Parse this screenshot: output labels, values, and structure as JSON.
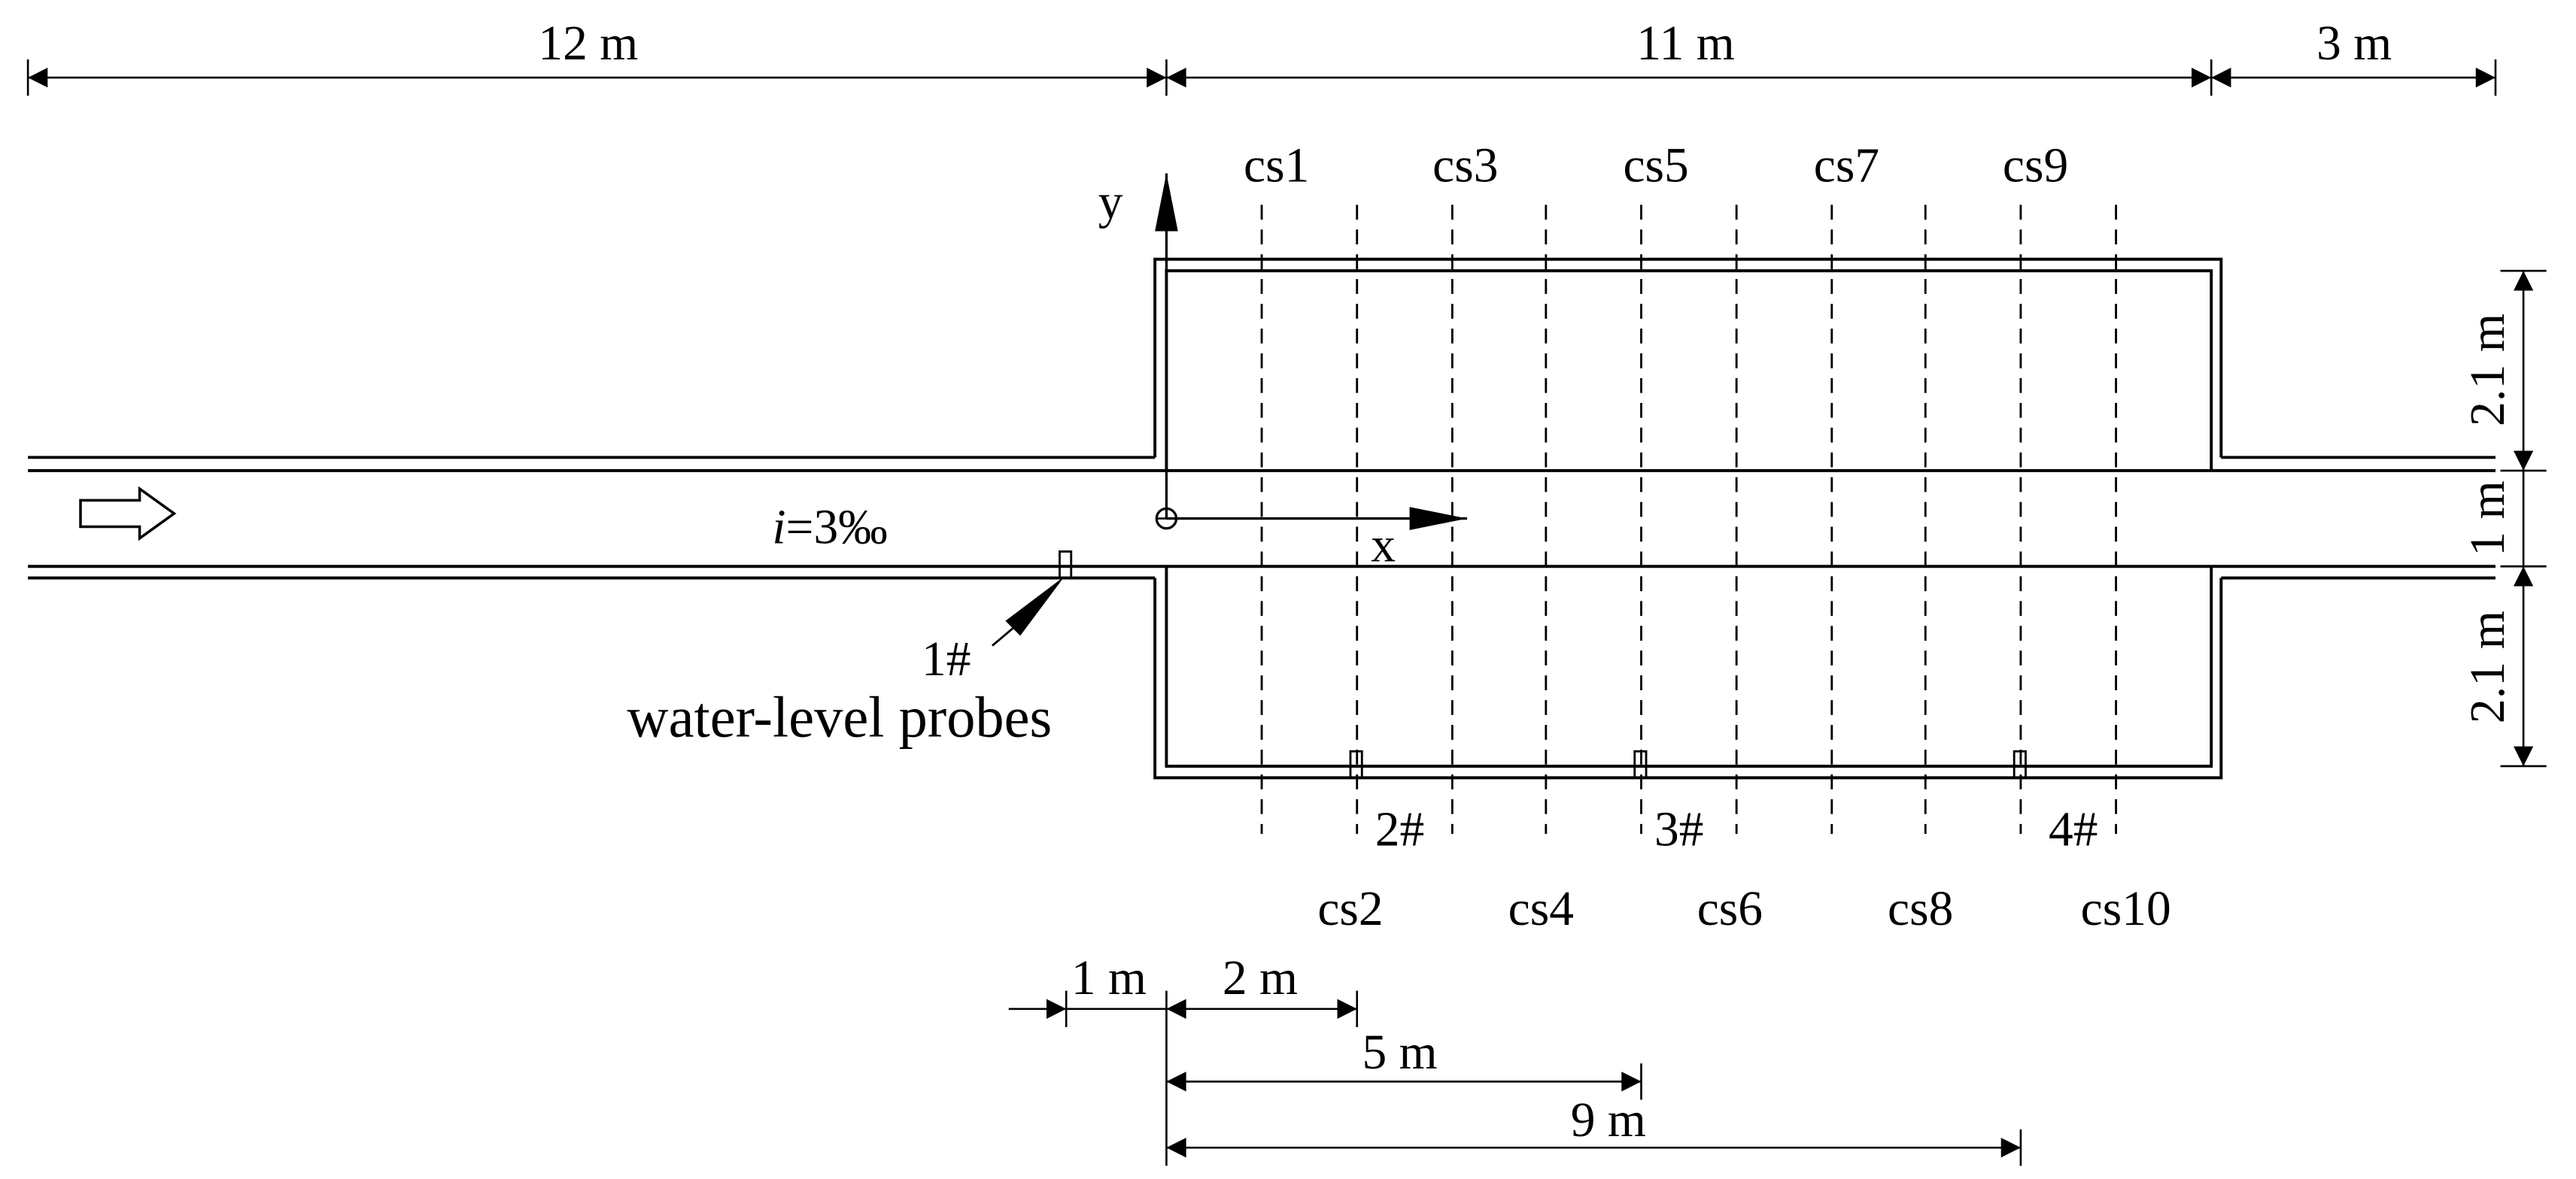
{
  "dimensions": {
    "top": [
      "12 m",
      "11 m",
      "3 m"
    ],
    "right": [
      "2.1 m",
      "1 m",
      "2.1 m"
    ],
    "bottom": [
      "1 m",
      "2 m",
      "5 m",
      "9 m"
    ]
  },
  "axes": {
    "x": "x",
    "y": "y"
  },
  "slope": {
    "symbol": "i",
    "rest": "=3‰"
  },
  "cross_sections": {
    "top": [
      "cs1",
      "cs3",
      "cs5",
      "cs7",
      "cs9"
    ],
    "bottom": [
      "cs2",
      "cs4",
      "cs6",
      "cs8",
      "cs10"
    ]
  },
  "probes": [
    "1#",
    "2#",
    "3#",
    "4#"
  ],
  "probe_caption": "water-level probes",
  "colors": {
    "line": "#000000",
    "background": "#ffffff"
  }
}
